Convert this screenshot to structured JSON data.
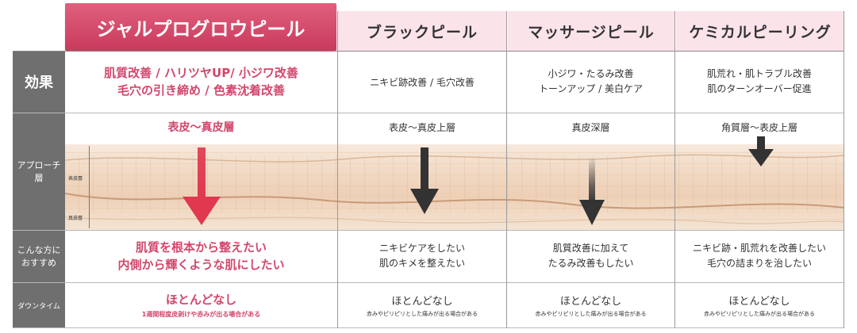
{
  "headers": {
    "featured": "ジャルプログロウピール",
    "col2": "ブラックピール",
    "col3": "マッサージピール",
    "col4": "ケミカルピーリング"
  },
  "row_labels": {
    "effect": "効果",
    "approach": "アプローチ\n層",
    "recommend": "こんな方に\nおすすめ",
    "downtime": "ダウンタイム"
  },
  "effect": {
    "col1_line1": "肌質改善 / ハリツヤUP/ 小ジワ改善",
    "col1_line2": "毛穴の引き締め / 色素沈着改善",
    "col2": "ニキビ跡改善 / 毛穴改善",
    "col3_line1": "小ジワ・たるみ改善",
    "col3_line2": "トーンアップ / 美白ケア",
    "col4_line1": "肌荒れ・肌トラブル改善",
    "col4_line2": "肌のターンオーバー促進"
  },
  "approach": {
    "col1": "表皮〜真皮層",
    "col2": "表皮〜真皮上層",
    "col3": "真皮深層",
    "col4": "角質層〜表皮上層",
    "epidermis_label": "表皮層",
    "dermis_label": "真皮層"
  },
  "recommend": {
    "col1_line1": "肌質を根本から整えたい",
    "col1_line2": "内側から輝くような肌にしたい",
    "col2_line1": "ニキビケアをしたい",
    "col2_line2": "肌のキメを整えたい",
    "col3_line1": "肌質改善に加えて",
    "col3_line2": "たるみ改善もしたい",
    "col4_line1": "ニキビ跡・肌荒れを改善したい",
    "col4_line2": "毛穴の詰まりを治したい"
  },
  "downtime": {
    "col1_main": "ほとんどなし",
    "col1_sub": "1週間程度皮剥けや赤みが出る場合がある",
    "col2_main": "ほとんどなし",
    "col2_sub": "赤みやピリピリとした痛みが出る場合がある",
    "col3_main": "ほとんどなし",
    "col3_sub": "赤みやピリピリとした痛みが出る場合がある",
    "col4_main": "ほとんどなし",
    "col4_sub": "赤みやピリピリとした痛みが出る場合がある"
  },
  "colors": {
    "accent_pink": "#d2476c",
    "header_pink_bg": "#fbe3ea",
    "row_label_bg": "#6f6f6f",
    "arrow_red": "#e0384e",
    "arrow_dark": "#333333"
  }
}
